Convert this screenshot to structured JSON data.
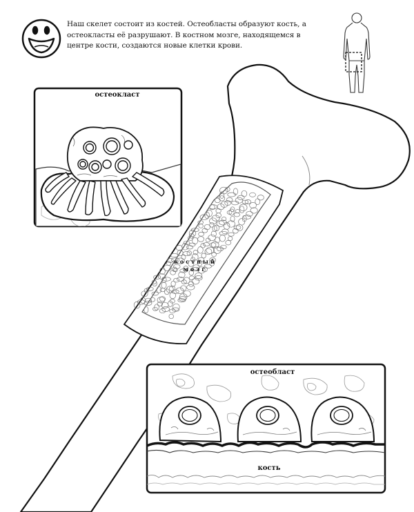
{
  "intro": {
    "text": "Наш скелет состоит из костей. Остеобласты образуют кость, а остеокласты её разрушают. В костном мозге, находящемся в центре кости, создаются новые клетки крови."
  },
  "labels": {
    "osteoclast": "остеокласт",
    "marrow_line1": "костный",
    "marrow_line2": "мозг",
    "osteoblast": "остеобласт",
    "bone": "кость"
  },
  "icons": {
    "smiley": "smiley-face-icon",
    "human": "human-figure-icon"
  },
  "colors": {
    "line": "#111111",
    "detail": "#888888",
    "background": "#ffffff"
  }
}
